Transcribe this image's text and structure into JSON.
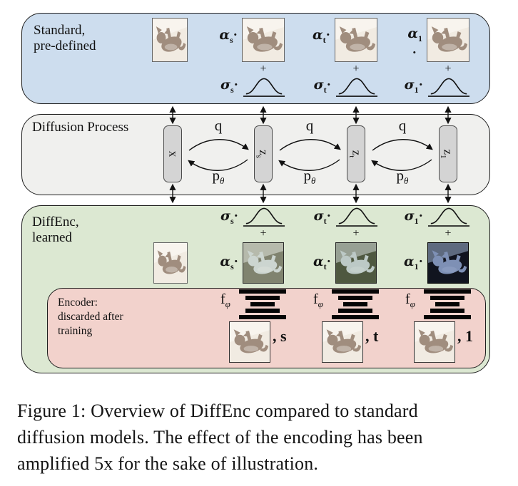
{
  "colors": {
    "standard-box-bg": "#cdddee",
    "process-box-bg": "#f0f0ee",
    "diffenc-box-bg": "#dce8d2",
    "encoder-box-bg": "#f2d2cc",
    "node-bg": "#d4d4d4"
  },
  "standard": {
    "title_line1": "Standard,",
    "title_line2": "pre-defined",
    "plus": "+",
    "cols": [
      {
        "alpha": "α",
        "alpha_sub": "s",
        "dot": "·",
        "sigma": "σ",
        "sigma_sub": "s"
      },
      {
        "alpha": "α",
        "alpha_sub": "t",
        "dot": "·",
        "sigma": "σ",
        "sigma_sub": "t"
      },
      {
        "alpha": "α",
        "alpha_sub": "1",
        "dot": "·",
        "sigma": "σ",
        "sigma_sub": "1"
      }
    ]
  },
  "process": {
    "title": "Diffusion Process",
    "nodes": [
      {
        "label": "x",
        "sub": ""
      },
      {
        "label": "z",
        "sub": "s"
      },
      {
        "label": "z",
        "sub": "t"
      },
      {
        "label": "z",
        "sub": "1"
      }
    ],
    "edges": [
      {
        "forward": "q",
        "backward": "p",
        "backward_sub": "θ"
      },
      {
        "forward": "q",
        "backward": "p",
        "backward_sub": "θ"
      },
      {
        "forward": "q",
        "backward": "p",
        "backward_sub": "θ"
      }
    ]
  },
  "diffenc": {
    "title_line1": "DiffEnc,",
    "title_line2": "learned",
    "plus": "+",
    "cols": [
      {
        "sigma": "σ",
        "sigma_sub": "s",
        "dot": "·",
        "alpha": "α",
        "alpha_sub": "s"
      },
      {
        "sigma": "σ",
        "sigma_sub": "t",
        "dot": "·",
        "alpha": "α",
        "alpha_sub": "t"
      },
      {
        "sigma": "σ",
        "sigma_sub": "1",
        "dot": "·",
        "alpha": "α",
        "alpha_sub": "1"
      }
    ],
    "encoder": {
      "title_line1": "Encoder:",
      "title_line2": "discarded after",
      "title_line3": "training",
      "cols": [
        {
          "f": "f",
          "f_sub": "φ",
          "image_suffix": ", s"
        },
        {
          "f": "f",
          "f_sub": "φ",
          "image_suffix": ", t"
        },
        {
          "f": "f",
          "f_sub": "φ",
          "image_suffix": ", 1"
        }
      ]
    }
  },
  "caption": {
    "line1": "Figure 1: Overview of DiffEnc compared to standard",
    "line2": "diffusion models. The effect of the encoding has been",
    "line3": "amplified 5x for the sake of illustration."
  }
}
